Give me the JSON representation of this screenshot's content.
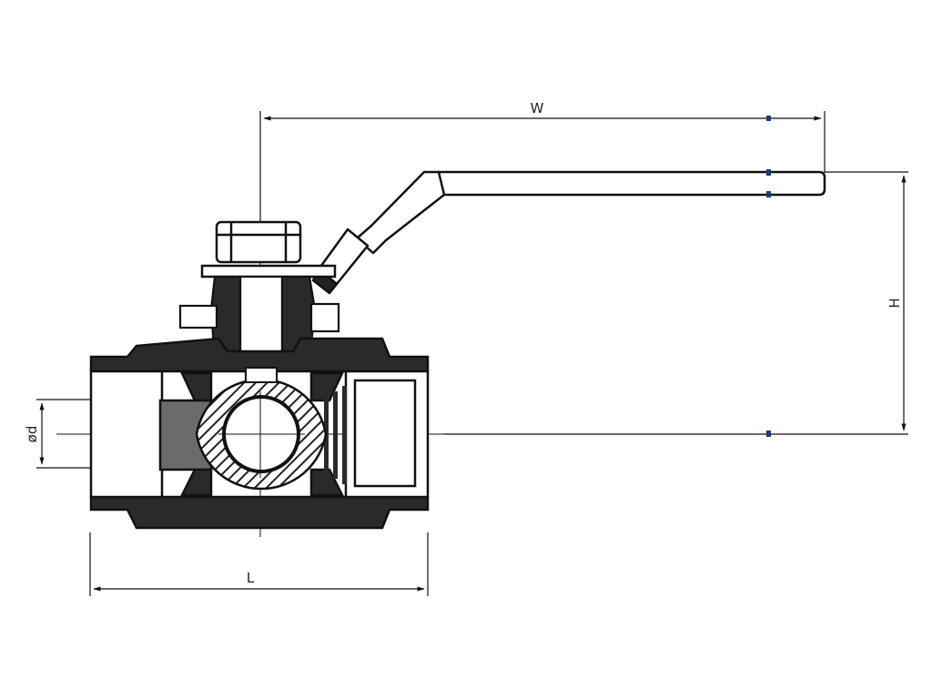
{
  "dimensions": {
    "w_label": "W",
    "h_label": "H",
    "l_label": "L",
    "d_label": "ød"
  },
  "colors": {
    "line": "#111111",
    "marker": "#1f3a7a",
    "hatch": "#222222",
    "bore_shade": "#6b6b6b"
  }
}
